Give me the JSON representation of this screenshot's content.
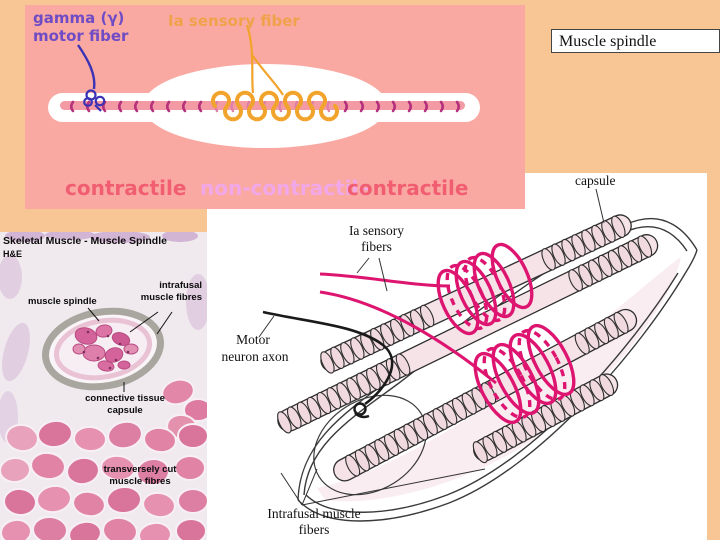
{
  "slide": {
    "background": "#F8C695",
    "title": "Muscle spindle"
  },
  "spindle_diagram": {
    "background": "#F9A9A1",
    "gamma_label_line1": "gamma (γ)",
    "gamma_label_line2": "motor fiber",
    "ia_label": "Ia sensory fiber",
    "contractile_left": "contractile",
    "non_contractile": "non-contractile",
    "contractile_right": "contractile",
    "colors": {
      "gamma_text": "#6F4CC5",
      "ia_text": "#F0A24B",
      "contractile_text": "#F15E72",
      "non_contractile_text": "#F2A8E8",
      "sensory_coil": "#F2A32B",
      "gamma_fiber": "#3B32B5",
      "fiber_bar": "#F49AA4",
      "striation": "#B5317E"
    }
  },
  "histology": {
    "title": "Skeletal Muscle - Muscle Spindle",
    "stain": "H&E",
    "label_muscle_spindle": "muscle spindle",
    "label_intrafusal_line1": "intrafusal",
    "label_intrafusal_line2": "muscle fibres",
    "label_capsule_line1": "connective tissue",
    "label_capsule_line2": "capsule",
    "label_transverse_line1": "transversely cut",
    "label_transverse_line2": "muscle fibres"
  },
  "line_diagram": {
    "label_capsule": "capsule",
    "label_ia_line1": "Ia sensory",
    "label_ia_line2": "fibers",
    "label_motor_line1": "Motor",
    "label_motor_line2": "neuron axon",
    "label_intrafusal_line1": "Intrafusal muscle",
    "label_intrafusal_line2": "fibers",
    "colors": {
      "sensory_fiber": "#DE1570",
      "axon": "#1A1A1A",
      "fiber_fill": "#F5E3E8"
    }
  }
}
